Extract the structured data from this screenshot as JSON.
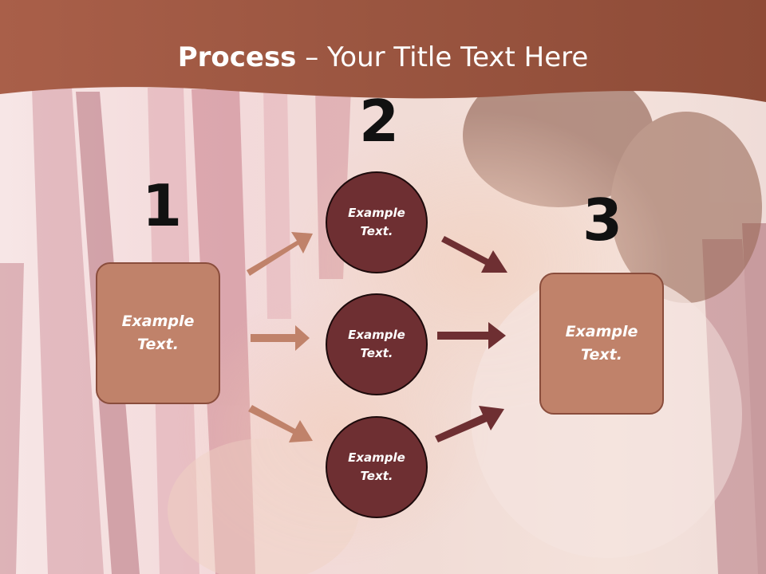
{
  "title": {
    "bold": "Process",
    "rest": " – Your Title Text Here"
  },
  "steps": {
    "one": "1",
    "two": "2",
    "three": "3"
  },
  "left_box": {
    "text": "Example\nText."
  },
  "circles": [
    {
      "text": "Example\nText."
    },
    {
      "text": "Example\nText."
    },
    {
      "text": "Example\nText."
    }
  ],
  "right_box": {
    "text": "Example\nText."
  },
  "colors": {
    "header": "#a35d45",
    "box_fill": "#c0826a",
    "circle_fill": "#6e2f32",
    "arrow_light": "#c0826a",
    "arrow_dark": "#6e2f32"
  }
}
